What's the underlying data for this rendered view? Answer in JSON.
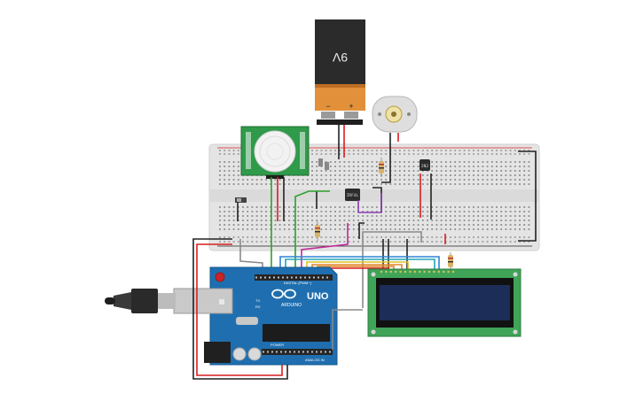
{
  "battery": {
    "label": "9V",
    "minus": "−",
    "plus": "+"
  },
  "arduino": {
    "model": "UNO",
    "brand": "ARDUINO",
    "digital_label": "DIGITAL (PWM~)",
    "analog_label": "ANALOG IN",
    "power_label": "POWER",
    "led_labels": [
      "TX",
      "RX"
    ]
  },
  "ic_labels": {
    "transistor": "2N2",
    "ic": "IRF4L"
  },
  "colors": {
    "board_blue": "#1f6fb0",
    "breadboard": "#e4e4e4",
    "pir_green": "#2f9a4a",
    "lcd_frame": "#3fa457",
    "lcd_screen": "#1c2d57",
    "wire_red": "#d81e1e",
    "wire_black": "#222222",
    "wire_green": "#2aa02a",
    "wire_purple": "#8b3fb0",
    "wire_magenta": "#c02a9a",
    "wire_gray": "#8a8a8a",
    "wire_orange": "#e0852a",
    "wire_yellow": "#e2c21e",
    "wire_blue": "#2f83d6",
    "wire_teal": "#22a5b5"
  },
  "icons": [
    "battery-9v-icon",
    "dc-motor-icon",
    "pir-sensor-icon",
    "usb-cable-icon",
    "lcd-display-icon"
  ]
}
